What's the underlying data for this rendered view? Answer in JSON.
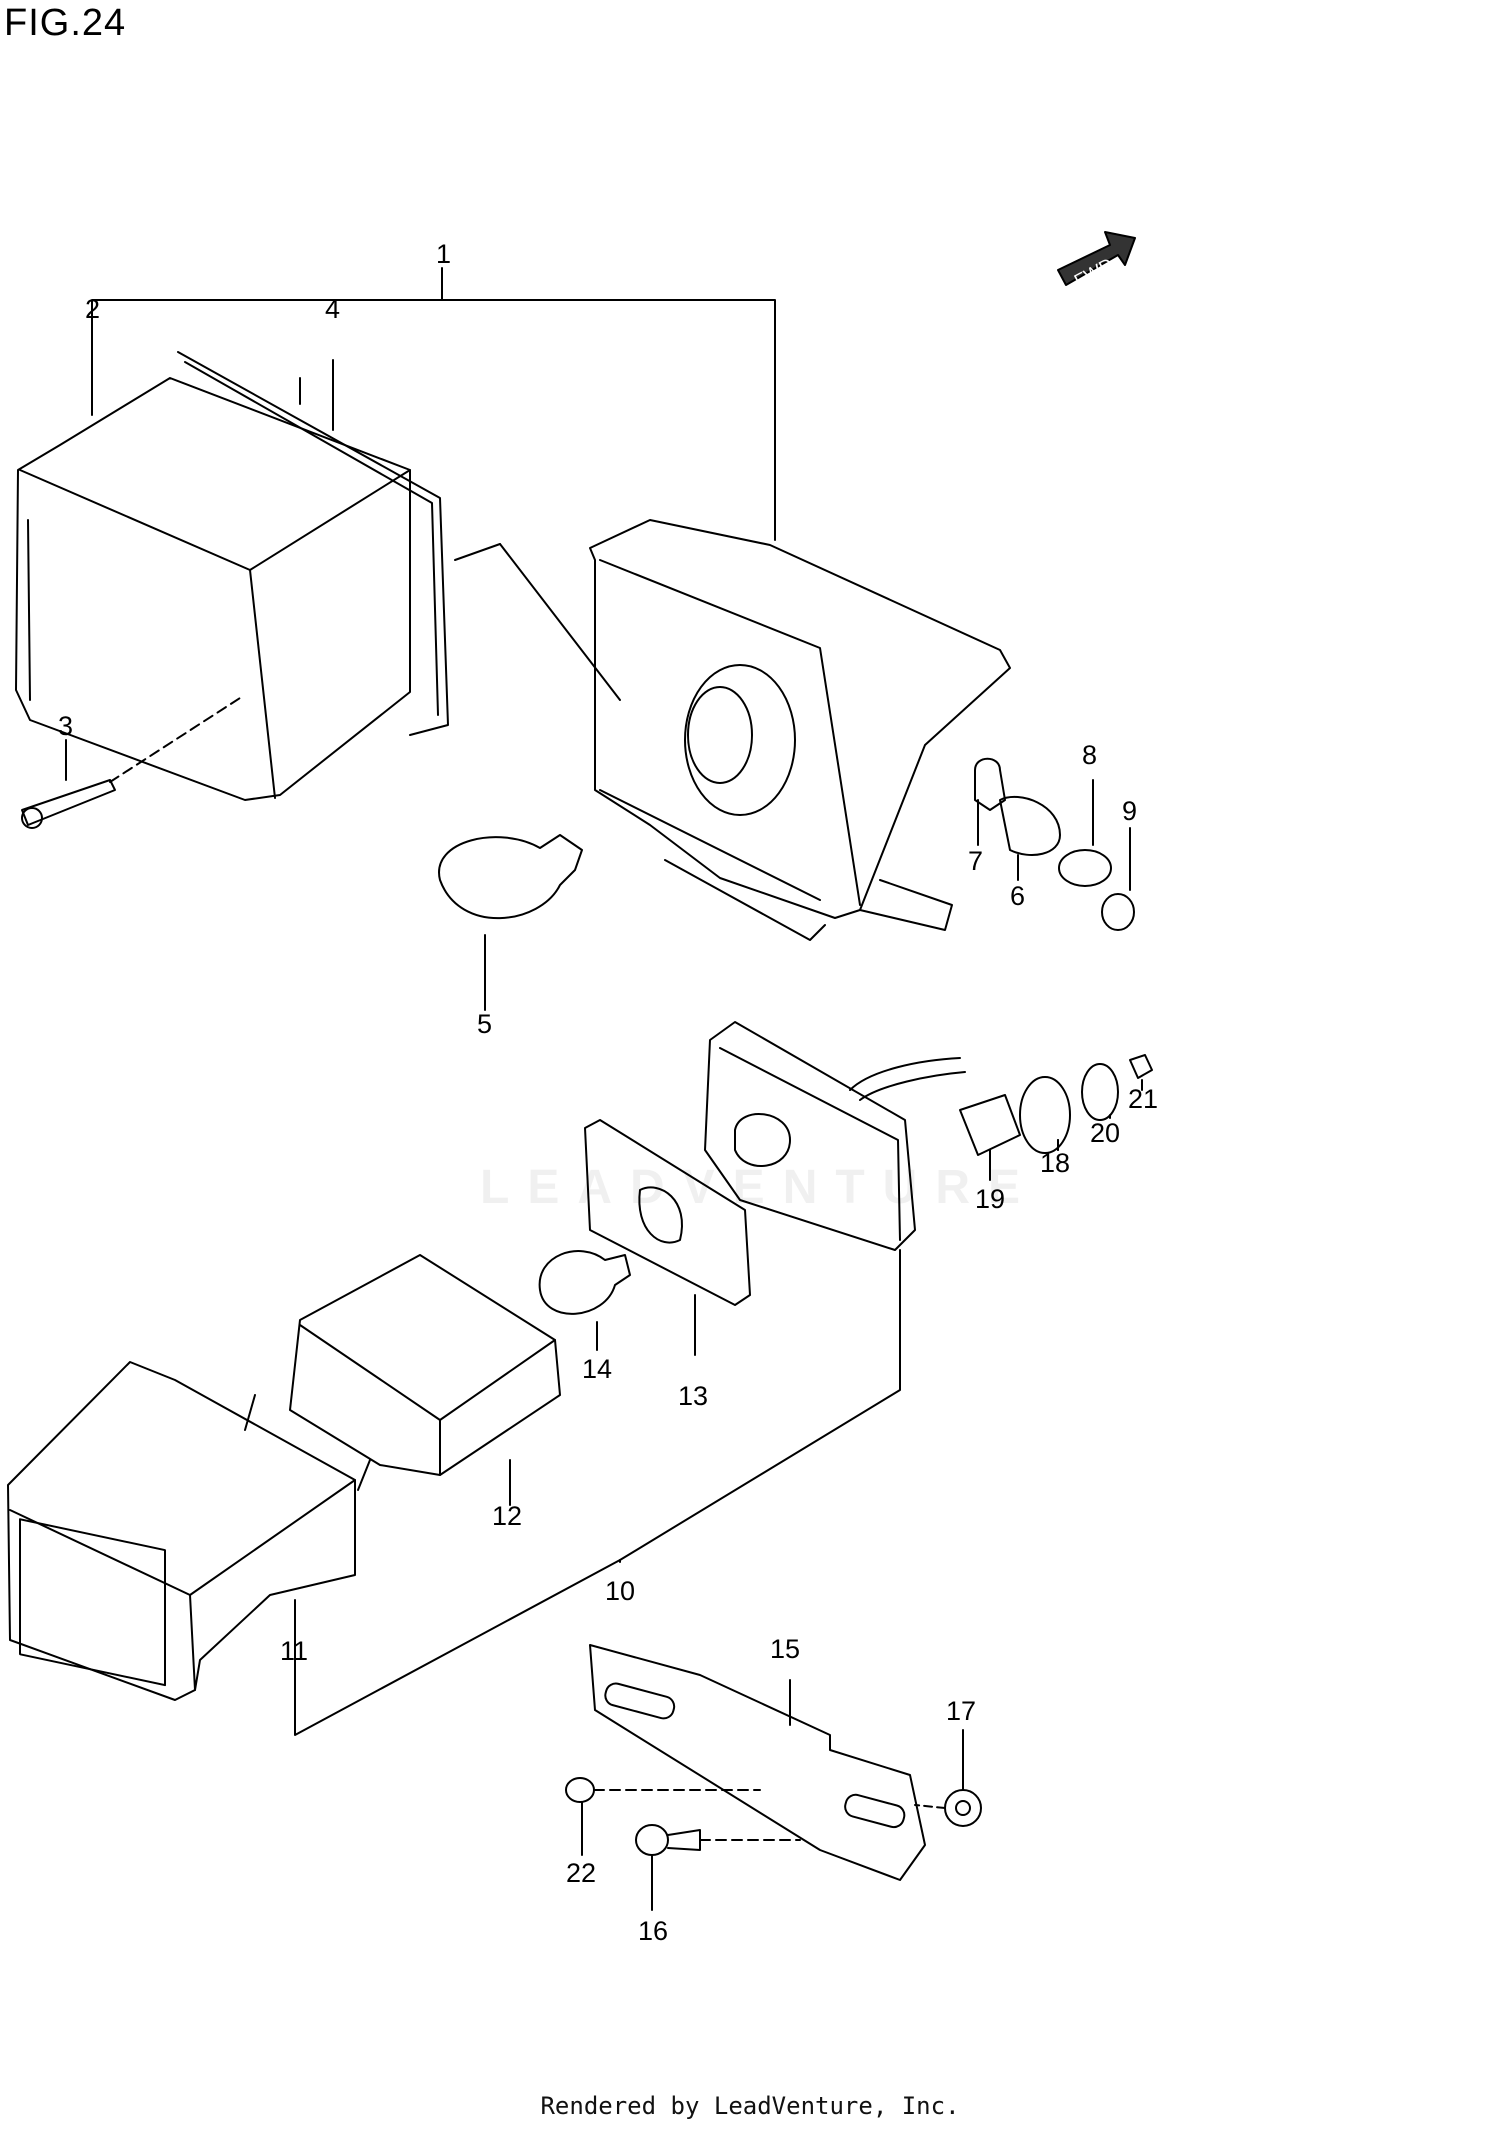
{
  "figure": {
    "title": "FIG.24"
  },
  "fwd_badge": {
    "text": "FWD"
  },
  "watermark": {
    "text": "LEADVENTURE"
  },
  "footer": {
    "text": "Rendered by LeadVenture, Inc."
  },
  "callouts": [
    "1",
    "2",
    "3",
    "4",
    "5",
    "6",
    "7",
    "8",
    "9",
    "10",
    "11",
    "12",
    "13",
    "14",
    "15",
    "16",
    "17",
    "18",
    "19",
    "20",
    "21",
    "22"
  ],
  "colors": {
    "line": "#000000",
    "background": "#ffffff",
    "watermark": "#e8e8e8"
  }
}
